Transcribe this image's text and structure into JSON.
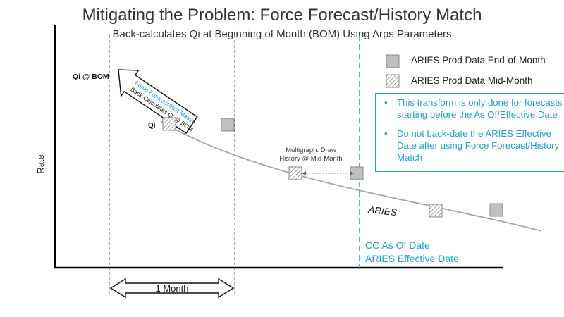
{
  "title": "Mitigating the Problem:  Force Forecast/History Match",
  "subtitle": "Back-calculates Qi at Beginning of Month (BOM) Using Arps Parameters",
  "axes": {
    "ylabel": "Rate"
  },
  "labels": {
    "qi_bom": "Qi @ BOM",
    "qi": "Qi",
    "aries_curve": "ARIES",
    "arrow_line1": "Force Forecast/Hist Match",
    "arrow_line2": "Back-Calculates Qi @ BOM",
    "multigraph_line1": "Multigraph: Draw",
    "multigraph_line2": "History @ Mid-Month",
    "one_month": "1 Month",
    "cc_as_of": "CC As Of Date",
    "aries_effective": "ARIES Effective Date"
  },
  "legend": {
    "end_of_month": "ARIES Prod Data End-of-Month",
    "mid_month": "ARIES Prod Data Mid-Month"
  },
  "notes": [
    "This transform is only done for forecasts starting before the As Of/Effective Date",
    "Do not back-date the ARIES Effective Date after using Force Forecast/History Match"
  ],
  "note_lines": [
    [
      "This transform is only done for forecasts",
      "starting before the As Of/Effective Date"
    ],
    [
      "Do not back-date the ARIES Effective",
      "Date after using Force Forecast/History",
      "Match"
    ]
  ],
  "colors": {
    "accent": "#1f9fd6",
    "navy_dashed": "#3b5f8a",
    "curve": "#a6a6a6",
    "square_fill": "#bfbfbf"
  }
}
